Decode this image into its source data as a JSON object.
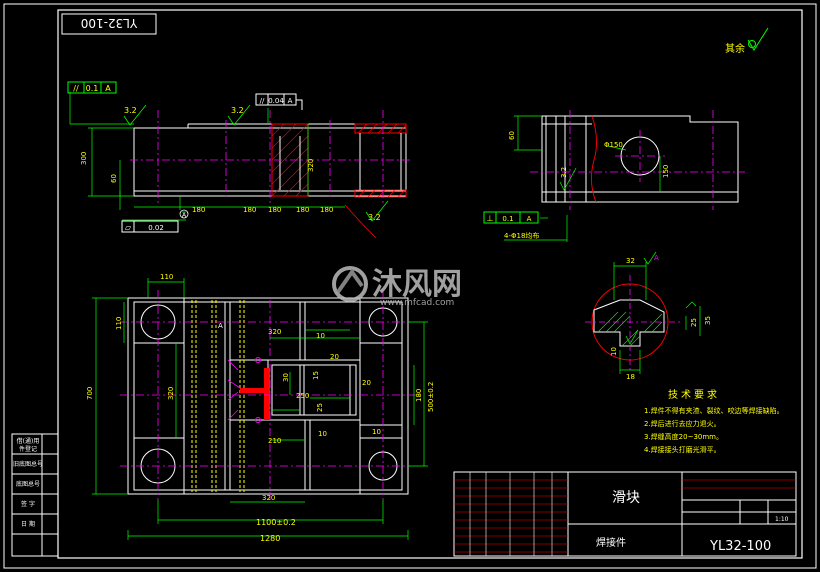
{
  "colors": {
    "background": "#000000",
    "border": "#ffffff",
    "outline": "#ffffff",
    "center": "#ff00ff",
    "dim": "#00ff00",
    "hatch": "#ff0000",
    "note": "#ffff00",
    "cyan": "#00ffff"
  },
  "drawing_code_box": "YL32-100",
  "roughness_label": "其余",
  "front_view": {
    "tolerance_left": [
      "//",
      "0.1",
      "A"
    ],
    "tolerance_mid": [
      "//",
      "0.04",
      "A"
    ],
    "rough_a": "3.2",
    "rough_b": "3.2",
    "rough_c": "3.2",
    "dim_height": "300",
    "dim_small": "60",
    "dim_top": "320",
    "dims_bottom": [
      "180",
      "180",
      "180",
      "180",
      "180"
    ],
    "datum": "A",
    "flatness": [
      "▱",
      "0.02"
    ]
  },
  "side_view": {
    "dim_left": "60",
    "dim_hole": "Φ150",
    "rough": "3.2",
    "dim_right": "150",
    "tolerance": [
      "⊥",
      "0.1",
      "A"
    ],
    "note_holes": "4-Φ18均布"
  },
  "top_view": {
    "dim_top_110": "110",
    "dim_left_110": "110",
    "dim_total_h": "700",
    "dim_inner_h": "320",
    "dim_r_500": "500±0.2",
    "dim_r_180": "180",
    "dim_320": "320",
    "dim_1100": "1100±0.2",
    "dim_1280": "1280",
    "dim_10a": "10",
    "dim_10b": "10",
    "dim_20a": "20",
    "dim_20b": "20",
    "dim_30": "30",
    "dim_15": "15",
    "dim_250": "250",
    "dim_25": "25",
    "dim_210": "210",
    "dim_10c": "10",
    "label_a": "A"
  },
  "section_view": {
    "dim_32": "32",
    "dim_35": "35",
    "dim_25": "25",
    "dim_18": "18",
    "dim_10": "10",
    "label": "A"
  },
  "tech_requirements": {
    "title": "技术要求",
    "items": [
      "1.焊件不得有夹渣、裂纹、咬边等焊接缺陷。",
      "2.焊后进行去应力退火。",
      "3.焊缝高度20~30mm。",
      "4.焊接接头打磨光滑平。"
    ]
  },
  "watermark": {
    "main": "沐风网",
    "url": "www.mfcad.com"
  },
  "title_block": {
    "part_name": "滑块",
    "drawing_code": "YL32-100",
    "part_type": "焊接件",
    "scale": "1:10"
  },
  "side_table": {
    "rows": [
      "借(通)用",
      "件登记",
      "旧底图总号",
      "底图总号",
      "签 字",
      "日 期"
    ]
  }
}
